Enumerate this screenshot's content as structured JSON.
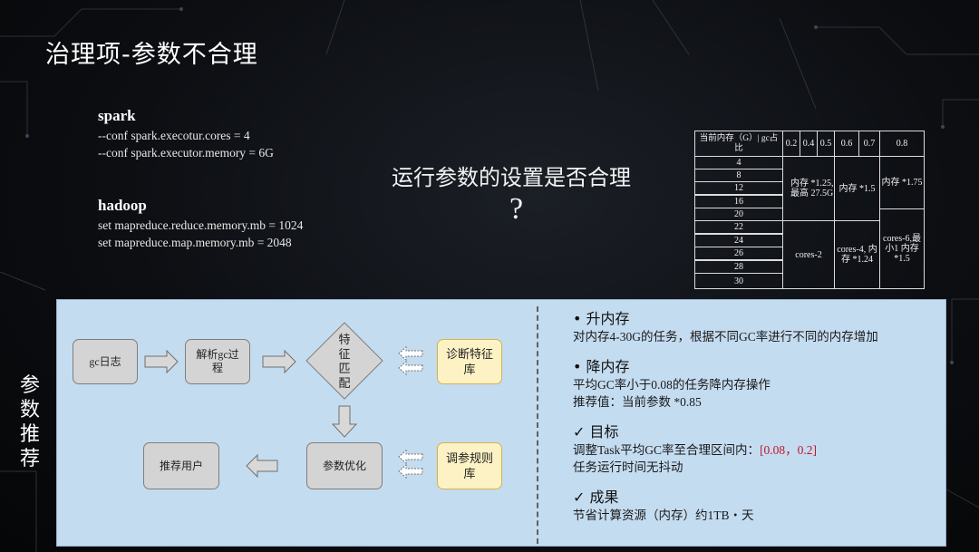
{
  "title": "治理项-参数不合理",
  "spark": {
    "heading": "spark",
    "line1": "--conf spark.execotur.cores = 4",
    "line2": "--conf spark.executor.memory = 6G"
  },
  "hadoop": {
    "heading": "hadoop",
    "line1": "set mapreduce.reduce.memory.mb = 1024",
    "line2": "set mapreduce.map.memory.mb = 2048"
  },
  "question": "运行参数的设置是否合理",
  "question_mark": "?",
  "table": {
    "header_label": "当前内存（G）| gc占比",
    "gc_cols": [
      "0.2",
      "0.4",
      "0.5",
      "0.6",
      "0.7",
      "0.8"
    ],
    "mem_rows": [
      "4",
      "8",
      "12",
      "16",
      "20",
      "22",
      "24",
      "26",
      "28",
      "30"
    ],
    "cell_a": "内存 *1.25, 最高 27.5G",
    "cell_b": "内存 *1.5",
    "cell_c": "内存 *1.75",
    "cell_d": "cores-2",
    "cell_e": "cores-4, 内存 *1.24",
    "cell_f": "cores-6,最小1 内存 *1.5"
  },
  "side_label": "参数推荐",
  "flow": {
    "gc_log": "gc日志",
    "parse_gc": "解析gc过程",
    "feature_match": "特征匹配",
    "diag_lib": "诊断特征库",
    "param_opt": "参数优化",
    "tune_rules": "调参规则库",
    "recommend_user": "推荐用户"
  },
  "right": {
    "s1_title": "• 升内存",
    "s1_line1": "对内存4-30G的任务，根据不同GC率进行不同的内存增加",
    "s2_title": "• 降内存",
    "s2_line1": "平均GC率小于0.08的任务降内存操作",
    "s2_line2": "推荐值：当前参数 *0.85",
    "s3_title": "✓ 目标",
    "s3_line1": "调整Task平均GC率至合理区间内：",
    "s3_range": "[0.08，0.2]",
    "s3_line2": "任务运行时间无抖动",
    "s4_title": "✓ 成果",
    "s4_line1": "节省计算资源（内存）约1TB・天"
  },
  "colors": {
    "panel_bg": "#c4dcf0",
    "range_red": "#c0162a",
    "yellow_box": "#fdf2c4",
    "gray_box": "#d4d4d4"
  }
}
